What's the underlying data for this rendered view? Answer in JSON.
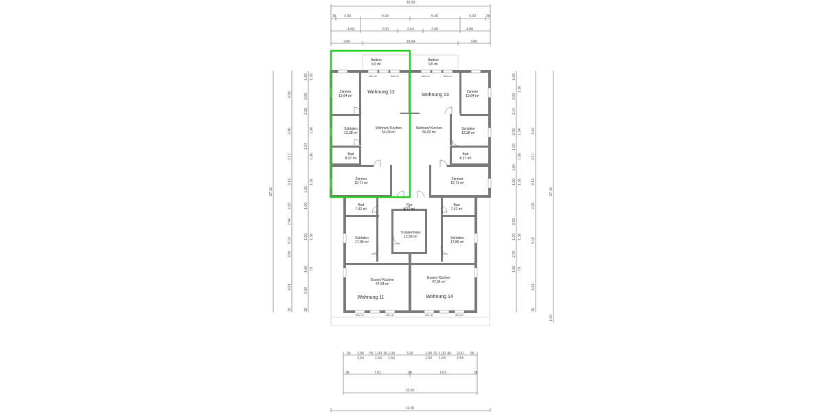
{
  "highlight_color": "#22cc22",
  "wall_color": "#7a7a7a",
  "dims": {
    "top_total": "16.00",
    "top_row1": [
      "36",
      "3.00",
      "5.40",
      "5.40",
      "3.00",
      "36"
    ],
    "top_row2": [
      "4.68",
      "2.00",
      "2.64",
      "2.00",
      "4.68"
    ],
    "top_row3": [
      "3.66",
      "10.04",
      "3.66"
    ],
    "bottom_row1a": [
      "50",
      "2.00",
      "56",
      "1.00",
      "26",
      "1.00",
      "3.26",
      "1.00",
      "32",
      "1.00",
      "49",
      "2.00",
      "66"
    ],
    "bottom_row1b": [
      "2.54",
      "1.64",
      "1.64",
      "1.64",
      "1.64",
      "2.54"
    ],
    "bottom_row2": [
      "36",
      "7.01",
      "24",
      "7.01",
      "36"
    ],
    "bottom_row3": "10.00",
    "bottom_total": "16.00",
    "left_total": "27.10",
    "left_outer": [
      "4.59",
      "3.40",
      "2.17",
      "3.12",
      "2.20",
      "2.44",
      "5.10",
      "2.66",
      "4.91",
      "36"
    ],
    "left_inner": [
      "1.66",
      "1.36",
      "2.00",
      "2.26",
      "1.24",
      "1.36",
      "1.36",
      "1.26",
      "1.36",
      "1.00",
      "1.36",
      "1.00",
      "1.00",
      "70",
      "3.66",
      "36"
    ],
    "right_total": "27.10",
    "right_outer": [
      "1.66",
      "1.36",
      "2.00",
      "2.14",
      "2.00",
      "1.34",
      "3.40",
      "1.00",
      "2.17",
      "1.36",
      "1.84",
      "1.36",
      "3.12",
      "1.00",
      "2.25",
      "2.33",
      "1.00",
      "5.10",
      "1.36",
      "2.78",
      "1.00",
      "70",
      "4.91",
      "36",
      "1.00"
    ]
  },
  "units": {
    "w11": "Wohnung 11",
    "w12": "Wohnung 12",
    "w13": "Wohnung 13",
    "w14": "Wohnung 14"
  },
  "rooms": {
    "balkon_l": [
      "Balkon",
      "9,6 m²"
    ],
    "balkon_r": [
      "Balkon",
      "9,6 m²"
    ],
    "zimmer_tl": [
      "Zimmer",
      "13,64 m²"
    ],
    "zimmer_tr": [
      "Zimmer",
      "13,64 m²"
    ],
    "schlafen_tl": [
      "Schlafen",
      "13,38 m²"
    ],
    "schlafen_tr": [
      "Schlafen",
      "13,38 m²"
    ],
    "bad_tl": [
      "Bad",
      "8,37 m²"
    ],
    "bad_tr": [
      "Bad",
      "8,37 m²"
    ],
    "zimmer_ml": [
      "Zimmer",
      "19,71 m²"
    ],
    "zimmer_mr": [
      "Zimmer",
      "19,71 m²"
    ],
    "wohnen_l": [
      "Wohnen/ Kochen",
      "56,09 m²"
    ],
    "wohnen_r": [
      "Wohnen/ Kochen",
      "56,09 m²"
    ],
    "bad_bl": [
      "Bad",
      "7,42 m²"
    ],
    "bad_br": [
      "Bad",
      "7,42 m²"
    ],
    "flur": [
      "Flur",
      "8,17 m²"
    ],
    "treppe": [
      "Treppenhaus",
      "12,56 m²"
    ],
    "schlafen_bl": [
      "Schlafen",
      "17,85 m²"
    ],
    "schlafen_br": [
      "Schlafen",
      "17,85 m²"
    ],
    "essen_bl": [
      "Essen/ Kochen",
      "47,64 m²"
    ],
    "essen_br": [
      "Essen/ Kochen",
      "47,64 m²"
    ]
  },
  "window_label": "BRH 1,00"
}
